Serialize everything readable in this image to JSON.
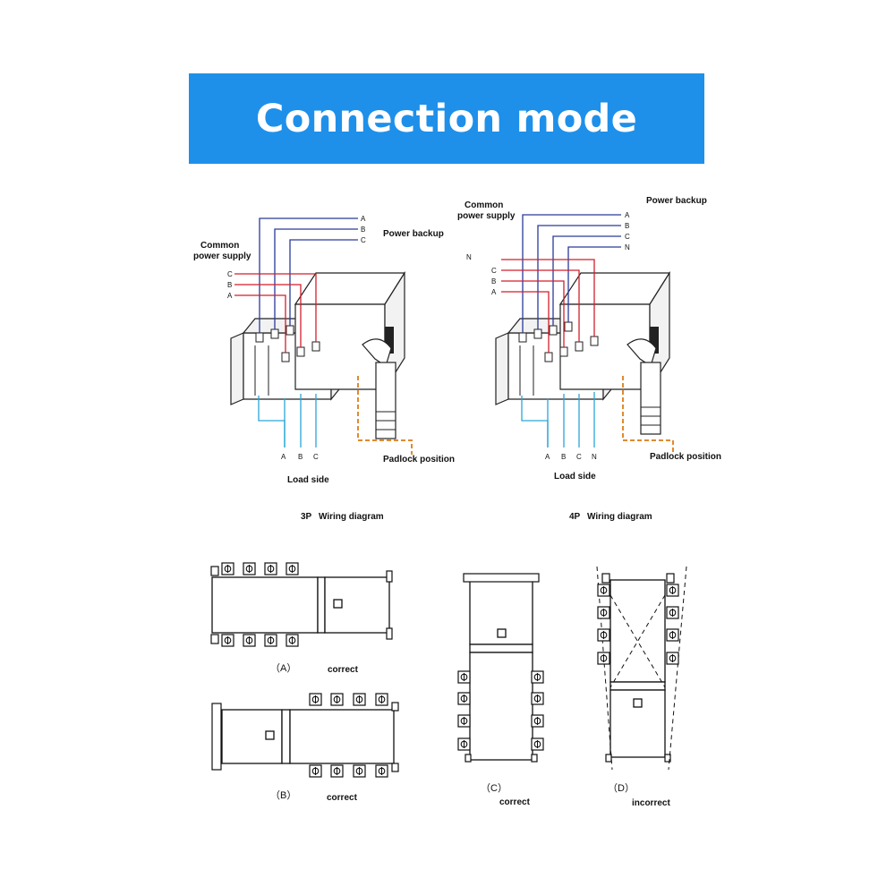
{
  "banner": {
    "title": "Connection mode",
    "color": "#1e90ea"
  },
  "diagram_3p": {
    "common_power_supply_line1": "Common",
    "common_power_supply_line2": "power supply",
    "power_backup": "Power backup",
    "backup_phases": [
      "A",
      "B",
      "C"
    ],
    "common_phases": [
      "C",
      "B",
      "A"
    ],
    "load_phases": [
      "A",
      "B",
      "C"
    ],
    "load_side": "Load side",
    "padlock": "Padlock position",
    "caption_prefix": "3P",
    "caption": "Wiring diagram"
  },
  "diagram_4p": {
    "common_power_supply_line1": "Common",
    "common_power_supply_line2": "power supply",
    "power_backup": "Power backup",
    "backup_phases": [
      "A",
      "B",
      "C",
      "N"
    ],
    "common_neutral": "N",
    "common_phases": [
      "C",
      "B",
      "A"
    ],
    "load_phases": [
      "A",
      "B",
      "C",
      "N"
    ],
    "load_side": "Load side",
    "padlock": "Padlock position",
    "caption_prefix": "4P",
    "caption": "Wiring diagram"
  },
  "mounting": [
    {
      "label": "（A）",
      "verdict": "correct"
    },
    {
      "label": "（B）",
      "verdict": "correct"
    },
    {
      "label": "（C）",
      "verdict": "correct"
    },
    {
      "label": "（D）",
      "verdict": "incorrect"
    }
  ],
  "colors": {
    "common_wire": "#d21f2b",
    "backup_wire": "#2a3a9a",
    "load_wire": "#2aa6d8",
    "padlock": "#e08a2e"
  }
}
